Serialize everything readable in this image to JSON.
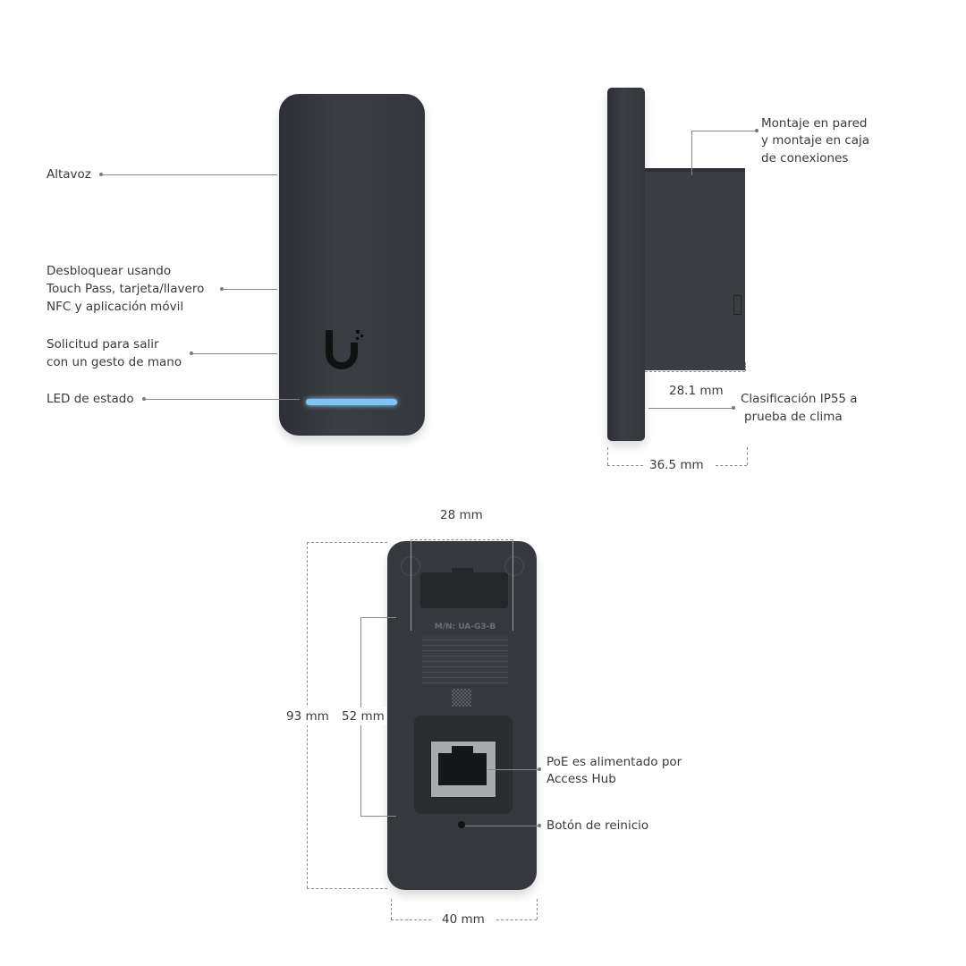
{
  "front_view": {
    "labels": {
      "speaker": "Altavoz",
      "unlock": [
        "Desbloquear usando",
        "Touch Pass, tarjeta/llavero",
        "NFC y aplicación móvil"
      ],
      "exit_request": [
        "Solicitud para salir",
        "con un gesto de mano"
      ],
      "status_led": "LED de estado"
    },
    "led_color": "#7fc4f2"
  },
  "side_view": {
    "labels": {
      "mounting": [
        "Montaje en pared",
        "y montaje en caja",
        "de conexiones"
      ],
      "rating": [
        "Clasificación IP55 a",
        "prueba de clima"
      ]
    },
    "dimensions": {
      "depth_body": "28.1 mm",
      "depth_total": "36.5 mm"
    }
  },
  "back_view": {
    "labels": {
      "poe": [
        "PoE es alimentado por",
        "Access Hub"
      ],
      "reset": "Botón de reinicio"
    },
    "dimensions": {
      "mount_width": "28 mm",
      "height": "93 mm",
      "mount_height": "52 mm",
      "width": "40 mm"
    },
    "model_label": "M/N: UA-G3-B"
  },
  "device_color": "#33373b"
}
